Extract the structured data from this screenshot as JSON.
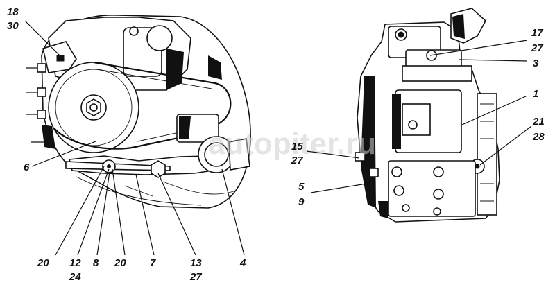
{
  "watermark": "autopiter.ru",
  "callouts": {
    "c18": "18",
    "c30": "30",
    "c6": "6",
    "c20a": "20",
    "c12": "12",
    "c24": "24",
    "c8": "8",
    "c20b": "20",
    "c7": "7",
    "c13": "13",
    "c27a": "27",
    "c4": "4",
    "c17": "17",
    "c27b": "27",
    "c3": "3",
    "c1": "1",
    "c21": "21",
    "c28": "28",
    "c15": "15",
    "c27c": "27",
    "c5": "5",
    "c9": "9"
  }
}
